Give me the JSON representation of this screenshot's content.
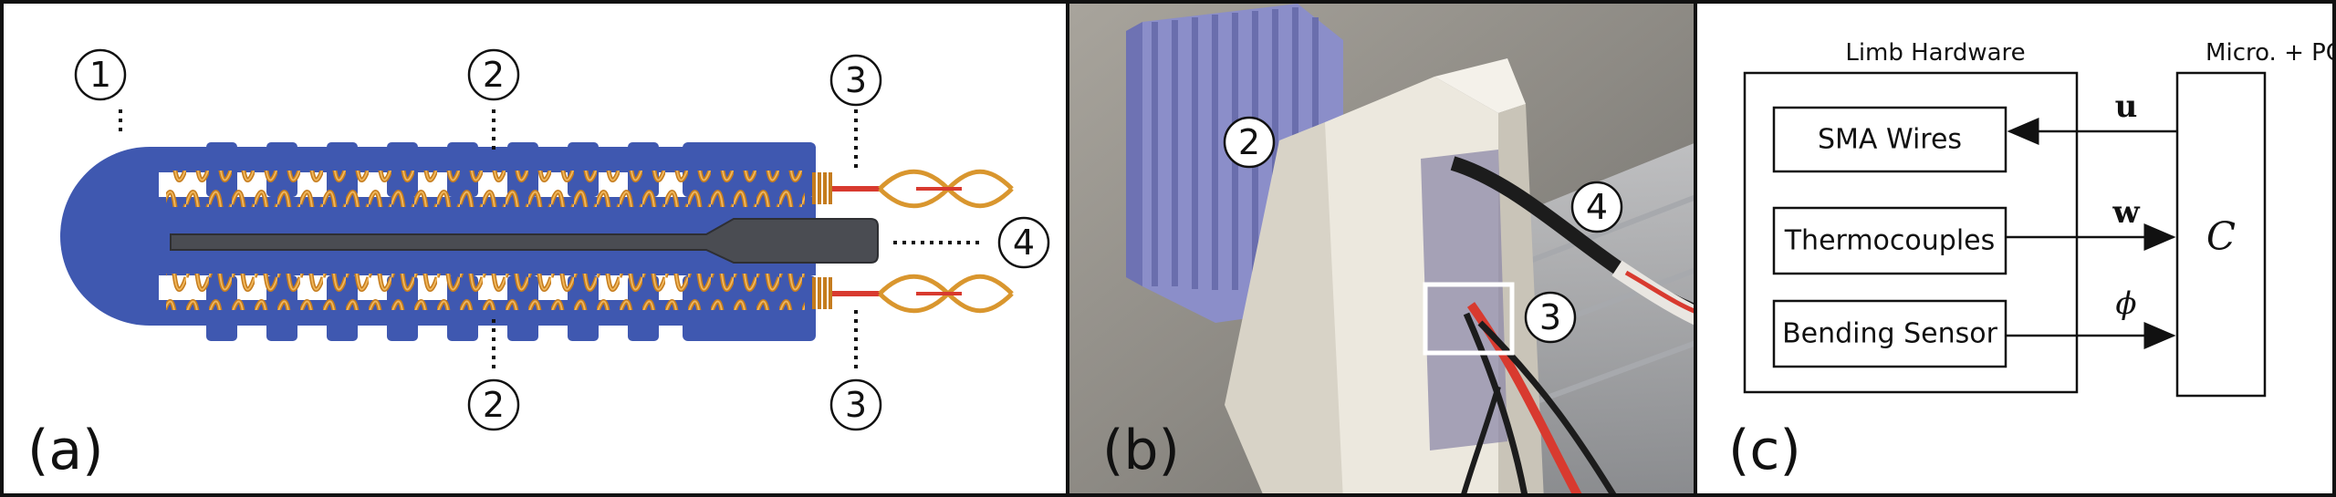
{
  "panel_a": {
    "label": "(a)",
    "callouts": [
      "1",
      "2",
      "2",
      "3",
      "3",
      "4"
    ]
  },
  "panel_b": {
    "label": "(b)",
    "callouts": [
      "2",
      "3",
      "4"
    ]
  },
  "panel_c": {
    "label": "(c)",
    "limb_title": "Limb Hardware",
    "micro_title": "Micro. + PC",
    "boxes": [
      "SMA Wires",
      "Thermocouples",
      "Bending Sensor"
    ],
    "controller": "C",
    "signals": [
      "u",
      "w",
      "ϕ"
    ]
  },
  "colors": {
    "limb_blue": "#3f58b0",
    "photo_limb": "#8b8ec9",
    "wire_orange": "#d9962e",
    "wire_red": "#d83a2f",
    "sensor_gray": "#4a4c52"
  }
}
